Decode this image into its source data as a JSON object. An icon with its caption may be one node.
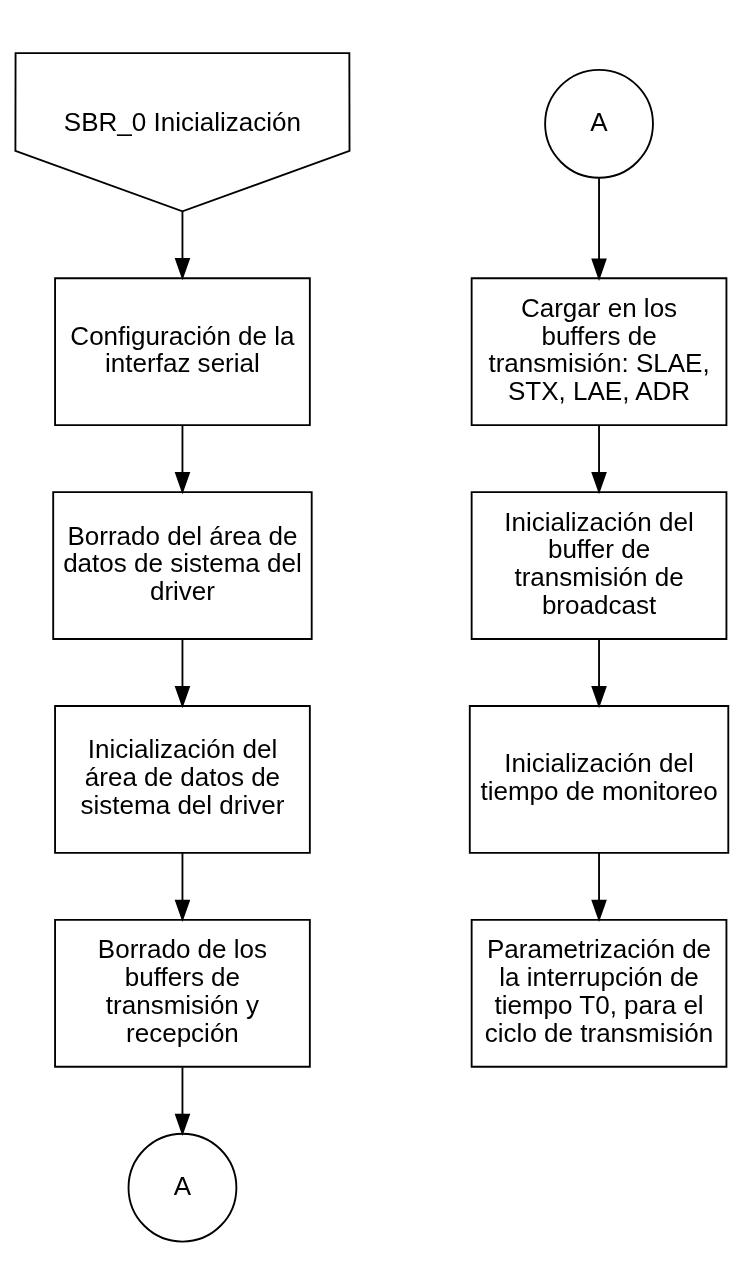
{
  "diagram": {
    "nodes": [
      {
        "text": [
          "SBR_0 Inicialización"
        ]
      },
      {
        "text": [
          "Configuración de la interfaz serial"
        ]
      },
      {
        "text": [
          "Borrado del área de datos de sistema del driver"
        ]
      },
      {
        "text": [
          "Inicialización del área de datos de sistema del driver"
        ]
      },
      {
        "text": [
          "Borrado de los buffers de transmisión y recepción"
        ]
      },
      {
        "text": [
          "A"
        ]
      },
      {
        "text": [
          "A"
        ]
      },
      {
        "text": [
          "Cargar en los buffers de transmisión: SLAE, STX, LAE, ADR"
        ]
      },
      {
        "text": [
          "Inicialización del buffer de transmisión de broadcast"
        ]
      },
      {
        "text": [
          "Inicialización del tiempo de monitoreo"
        ]
      },
      {
        "text": [
          "Parametrización de la interrupción de tiempo T0, para el ciclo de transmisión"
        ]
      }
    ],
    "edges": [
      {
        "from": 0,
        "to": 1,
        "arrow": "to"
      },
      {
        "from": 1,
        "to": 2,
        "arrow": "to"
      },
      {
        "from": 2,
        "to": 3,
        "arrow": "to"
      },
      {
        "from": 3,
        "to": 4,
        "arrow": "to"
      },
      {
        "from": 4,
        "to": 5,
        "arrow": "to"
      },
      {
        "from": 6,
        "to": 7,
        "arrow": "to"
      },
      {
        "from": 7,
        "to": 8,
        "arrow": "to"
      },
      {
        "from": 8,
        "to": 9,
        "arrow": "to"
      },
      {
        "from": 9,
        "to": 10,
        "arrow": "to"
      }
    ]
  }
}
